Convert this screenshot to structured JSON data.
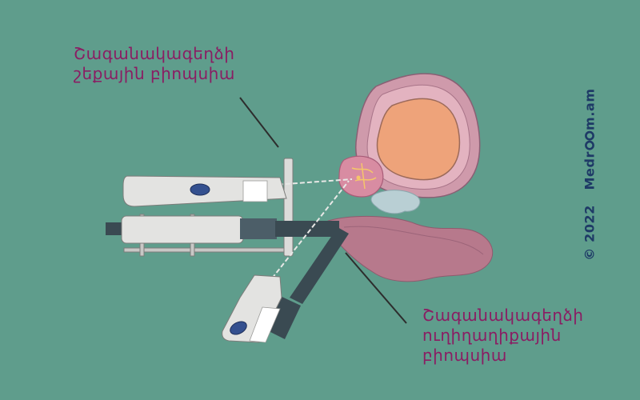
{
  "labels": {
    "transperineal_line1": "Շագանակագեղձի",
    "transperineal_line2": "շեքային բիոպսիա",
    "transrectal_line1": "Շագանակագեղձի",
    "transrectal_line2": "ուղիղաղիքային",
    "transrectal_line3": "բիոպսիա"
  },
  "watermark": {
    "copyright": "© 2022",
    "brand_prefix": "Medr",
    "brand_suffix": "m.am"
  },
  "colors": {
    "background": "#5f9d8c",
    "label_text": "#8a1d63",
    "watermark_text": "#1e3a66",
    "bladder": "#eea37a",
    "bladder_wall": "#c88c9f",
    "prostate": "#d88ca2",
    "rectum": "#b7798c",
    "probe_body": "#e3e3e1",
    "probe_marker": "#34508f"
  }
}
